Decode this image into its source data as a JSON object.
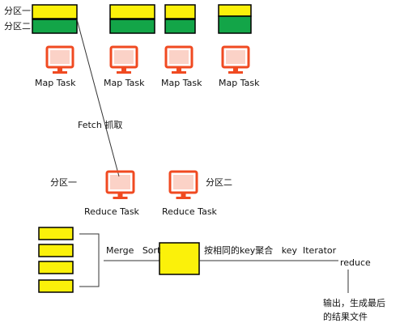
{
  "partition_labels": {
    "p1": "分区一",
    "p2": "分区二"
  },
  "map_tasks": [
    {
      "label": "Map Task"
    },
    {
      "label": "Map Task"
    },
    {
      "label": "Map Task"
    },
    {
      "label": "Map Task"
    }
  ],
  "fetch_label": "Fetch 抓取",
  "reduce_tasks": [
    {
      "label": "Reduce Task",
      "partition": "分区一"
    },
    {
      "label": "Reduce Task",
      "partition": "分区二"
    }
  ],
  "merge_sort_label": "Merge   Sort",
  "group_label": "按相同的key聚合   key  Iterator",
  "reduce_label": "reduce",
  "output_line1": "输出，生成最后",
  "output_line2": "的结果文件",
  "colors": {
    "yellow": "#fbf10a",
    "green": "#13a548",
    "monitor": "#f04a21",
    "line": "#333333"
  },
  "icons": [
    "computer-monitor-icon"
  ]
}
